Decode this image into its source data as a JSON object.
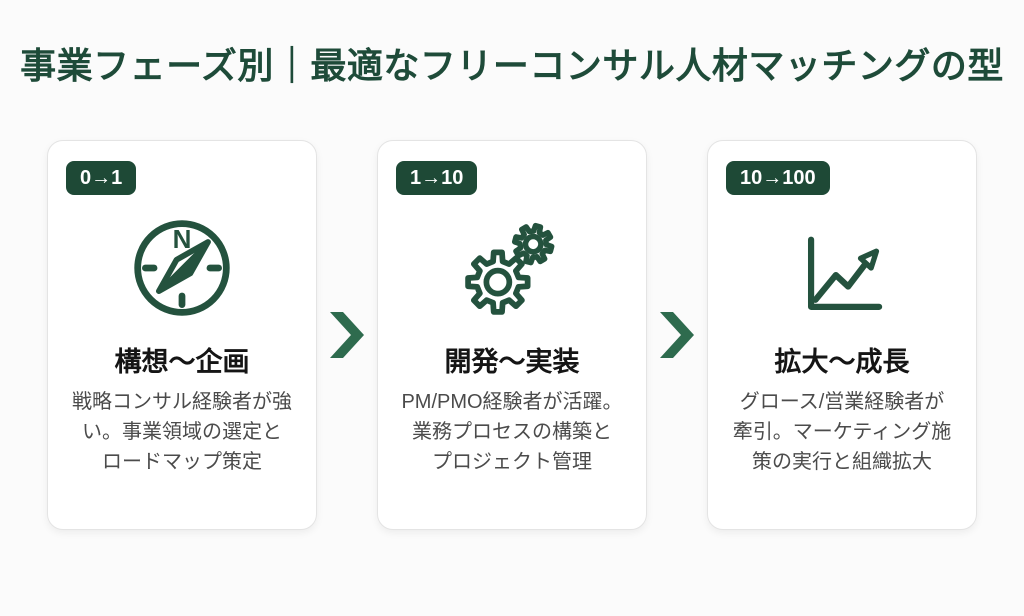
{
  "title": "事業フェーズ別｜最適なフリーコンサル人材マッチングの型",
  "colors": {
    "title_green": "#1e4b39",
    "badge_green": "#1e4936",
    "icon_green": "#24523e",
    "chevron_green": "#2e6b4e",
    "card_border": "#e4e4e4",
    "page_background": "#fbfbfb",
    "card_title_text": "#151515",
    "body_text": "#4b4b4b"
  },
  "cards": [
    {
      "badge": "0→1",
      "icon": "compass-icon",
      "title": "構想〜企画",
      "description": "戦略コンサル経験者が強い。事業領域の選定とロードマップ策定",
      "description_lines": [
        "戦略コンサル経験者が強",
        "い。事業領域の選定と",
        "ロードマップ策定"
      ]
    },
    {
      "badge": "1→10",
      "icon": "gears-icon",
      "title": "開発〜実装",
      "description": "PM/PMO経験者が活躍。業務プロセスの構築とプロジェクト管理",
      "description_lines": [
        "PM/PMO経験者が活躍。",
        "業務プロセスの構築と",
        "プロジェクト管理"
      ]
    },
    {
      "badge": "10→100",
      "icon": "growth-chart-icon",
      "title": "拡大〜成長",
      "description": "グロース/営業経験者が牽引。マーケティング施策の実行と組織拡大",
      "description_lines": [
        "グロース/営業経験者が",
        "牽引。マーケティング施",
        "策の実行と組織拡大"
      ]
    }
  ],
  "arrows": [
    "chevron-right-icon",
    "chevron-right-icon"
  ]
}
